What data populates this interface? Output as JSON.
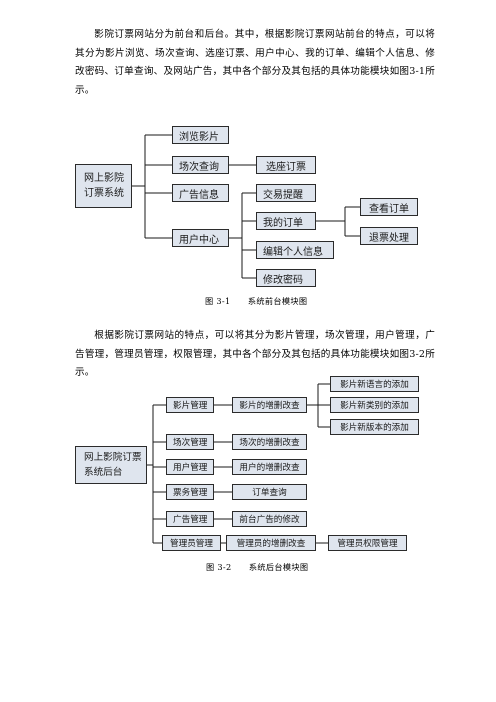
{
  "paragraph1": "影院订票网站分为前台和后台。其中，根据影院订票网站前台的特点，可以将其分为影片浏览、场次查询、选座订票、用户中心、我的订单、编辑个人信息、修改密码、订单查询、及网站广告，其中各个部分及其包括的具体功能模块如图3-1所示。",
  "diagram1": {
    "root": [
      "网上影院",
      "订票系统"
    ],
    "nodes": {
      "browse": "浏览影片",
      "session_query": "场次查询",
      "seat_booking": "选座订票",
      "ad_info": "广告信息",
      "user_center": "用户中心",
      "trade_remind": "交易提醒",
      "my_orders": "我的订单",
      "edit_info": "编辑个人信息",
      "change_password": "修改密码",
      "view_order": "查看订单",
      "refund": "退票处理"
    },
    "caption_num": "图 3-1",
    "caption_text": "系统前台模块图"
  },
  "paragraph2": "根据影院订票网站的特点，可以将其分为影片管理，场次管理，用户管理，广告管理，管理员管理，权限管理，其中各个部分及其包括的具体功能模块如图3-2所示。",
  "diagram2": {
    "root": [
      "网上影院订票",
      "系统后台"
    ],
    "nodes": {
      "film_mgmt": "影片管理",
      "film_crud": "影片的增删改查",
      "film_lang": "影片新语言的添加",
      "film_type": "影片新类别的添加",
      "film_version": "影片新版本的添加",
      "session_mgmt": "场次管理",
      "session_crud": "场次的增删改查",
      "user_mgmt": "用户管理",
      "user_crud": "用户的增删改查",
      "ticket_mgmt": "票务管理",
      "order_query": "订单查询",
      "ad_mgmt": "广告管理",
      "front_ad_edit": "前台广告的修改",
      "admin_mgmt": "管理员管理",
      "admin_crud": "管理员的增删改查",
      "admin_perm": "管理员权限管理"
    },
    "caption_num": "图 3-2",
    "caption_text": "系统后台模块图"
  }
}
